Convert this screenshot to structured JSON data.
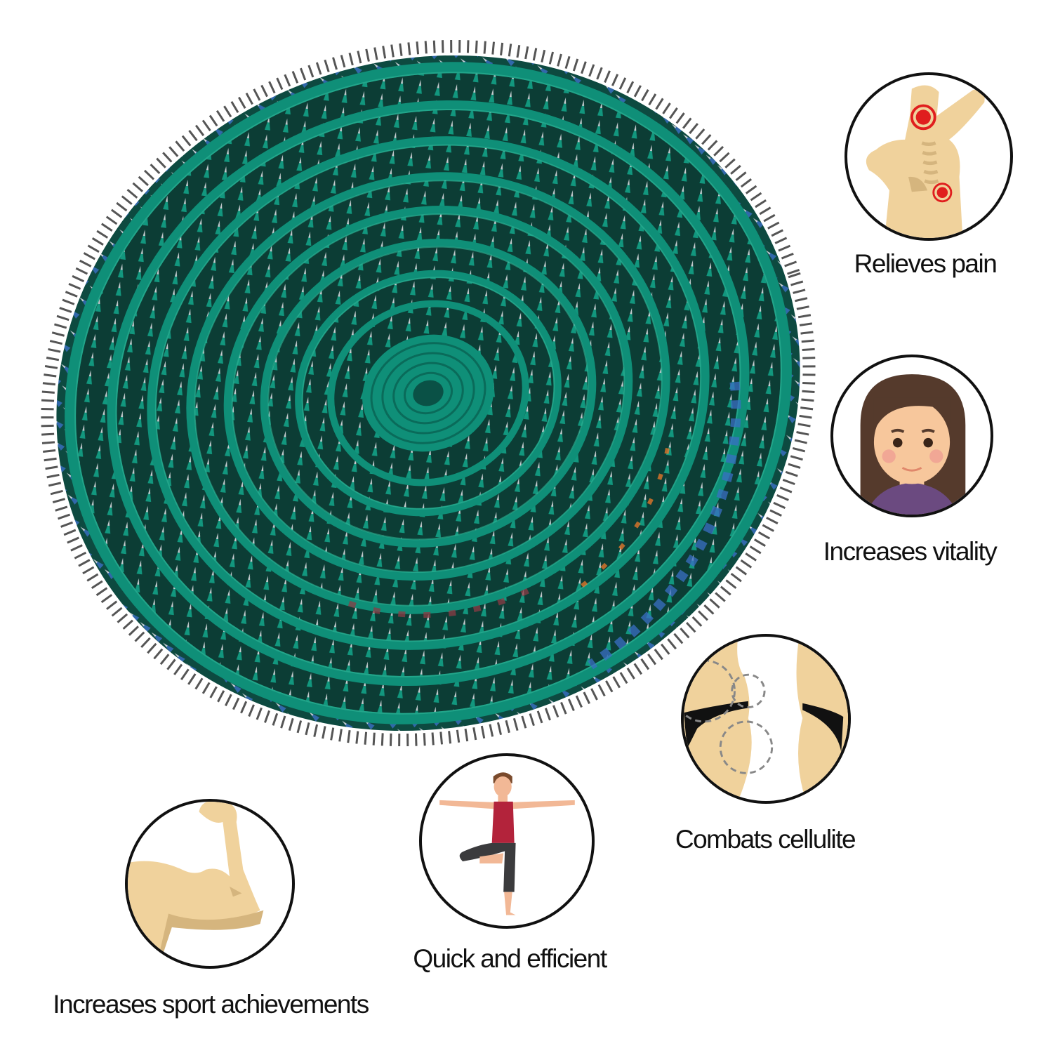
{
  "product": {
    "name": "acupressure-spiral-mat",
    "colors": {
      "rubber": "#0f8f78",
      "rubber_dark": "#0a5e50",
      "shadow": "#0c2f2a",
      "spike": "#c9ccd0",
      "accent_blue": "#3a6fc4",
      "accent_orange": "#ee7a2a",
      "accent_maroon": "#8b3c46"
    }
  },
  "benefits": [
    {
      "id": "pain",
      "label": "Relieves pain",
      "icon": "back-pain-icon"
    },
    {
      "id": "vitality",
      "label": "Increases vitality",
      "icon": "smiling-woman-icon"
    },
    {
      "id": "cellulite",
      "label": "Combats cellulite",
      "icon": "thighs-cellulite-icon"
    },
    {
      "id": "quick",
      "label": "Quick and efficient",
      "icon": "yoga-tree-pose-icon"
    },
    {
      "id": "sport",
      "label": "Increases sport achievements",
      "icon": "flexed-arm-icon"
    }
  ],
  "palette": {
    "skin": "#f0d29c",
    "skin_shadow": "#d5b57e",
    "pain_red": "#e01e1e",
    "hair": "#553a2c",
    "shirt_purple": "#6b4a80",
    "top_red": "#b3233b",
    "leggings": "#3b3b3d",
    "outline": "#111111"
  }
}
